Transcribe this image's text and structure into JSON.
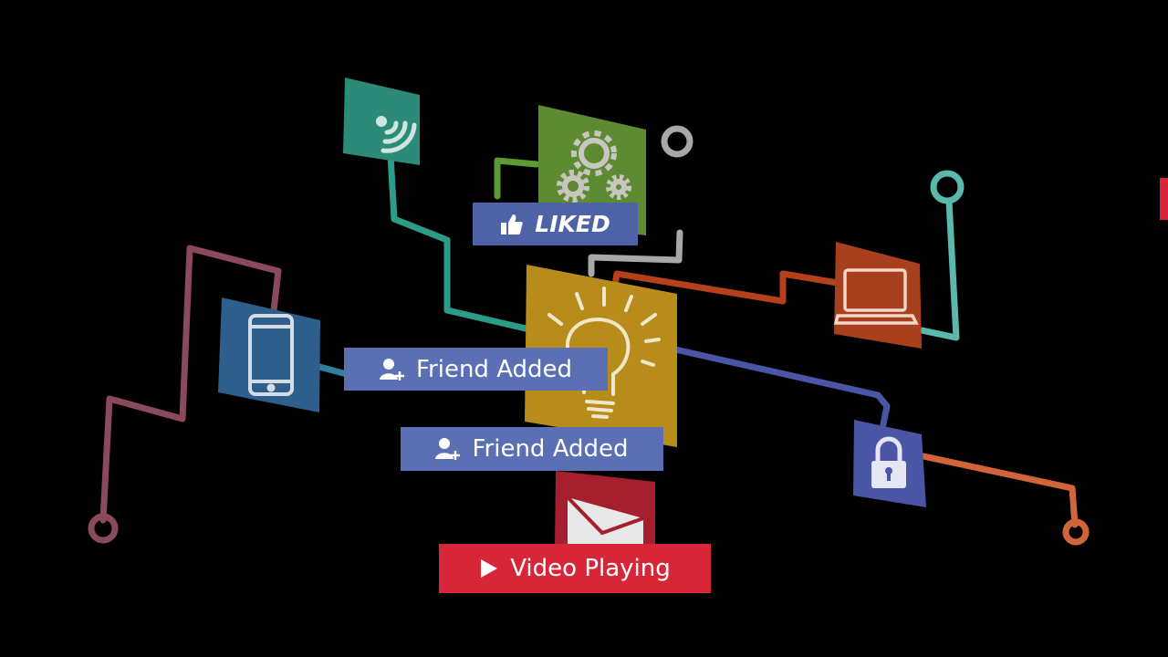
{
  "notifications": {
    "liked": "LIKED",
    "friend_added_1": "Friend Added",
    "friend_added_2": "Friend Added",
    "video_playing": "Video Playing"
  },
  "icons": {
    "wifi": "wifi-icon",
    "gears": "gears-icon",
    "lightbulb": "lightbulb-icon",
    "smartphone": "smartphone-icon",
    "laptop": "laptop-icon",
    "padlock": "padlock-icon",
    "envelope": "envelope-icon",
    "thumbs_up": "thumbs-up-icon",
    "add_user": "add-user-icon",
    "play": "play-icon"
  },
  "colors": {
    "background": "#000000",
    "wifi_tile": "#2c8a78",
    "gears_tile": "#5e8a32",
    "lightbulb_tile": "#b88c1a",
    "phone_tile": "#2e5f8c",
    "laptop_tile": "#a8401e",
    "padlock_tile": "#4a55a6",
    "mail_tile": "#a51f2e",
    "liked_banner": "#4e62a8",
    "friend_banner": "#5a6fb4",
    "video_banner": "#d62638"
  }
}
